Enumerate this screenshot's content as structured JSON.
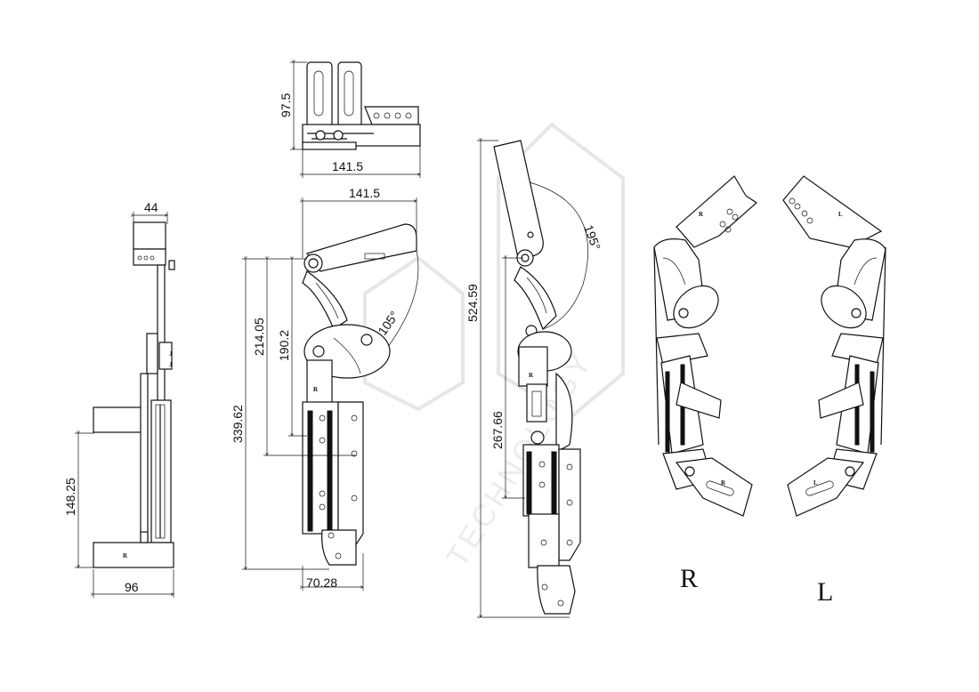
{
  "dimensions": {
    "side_width_top": "44",
    "side_height_lower": "148.25",
    "side_width_bottom": "96",
    "top_height": "97.5",
    "top_width": "141.5",
    "front_width": "141.5",
    "front_h_214": "214.05",
    "front_h_190": "190.2",
    "front_h_339": "339.62",
    "front_angle": "105°",
    "front_bottom_width": "70.28",
    "open_height": "524.59",
    "open_lower_height": "267.66",
    "open_angle": "195°"
  },
  "part_marks": {
    "side_mark": "R",
    "front_mark": "R",
    "open_mark": "R",
    "iso_right_top": "R",
    "iso_right_bottom": "R",
    "iso_left_top": "L",
    "iso_left_bottom": "L"
  },
  "labels": {
    "right": "R",
    "left": "L"
  },
  "watermark": "TECHNOLOGY",
  "colors": {
    "line": "#111111",
    "watermark": "#e6e6e6",
    "background": "#ffffff"
  }
}
